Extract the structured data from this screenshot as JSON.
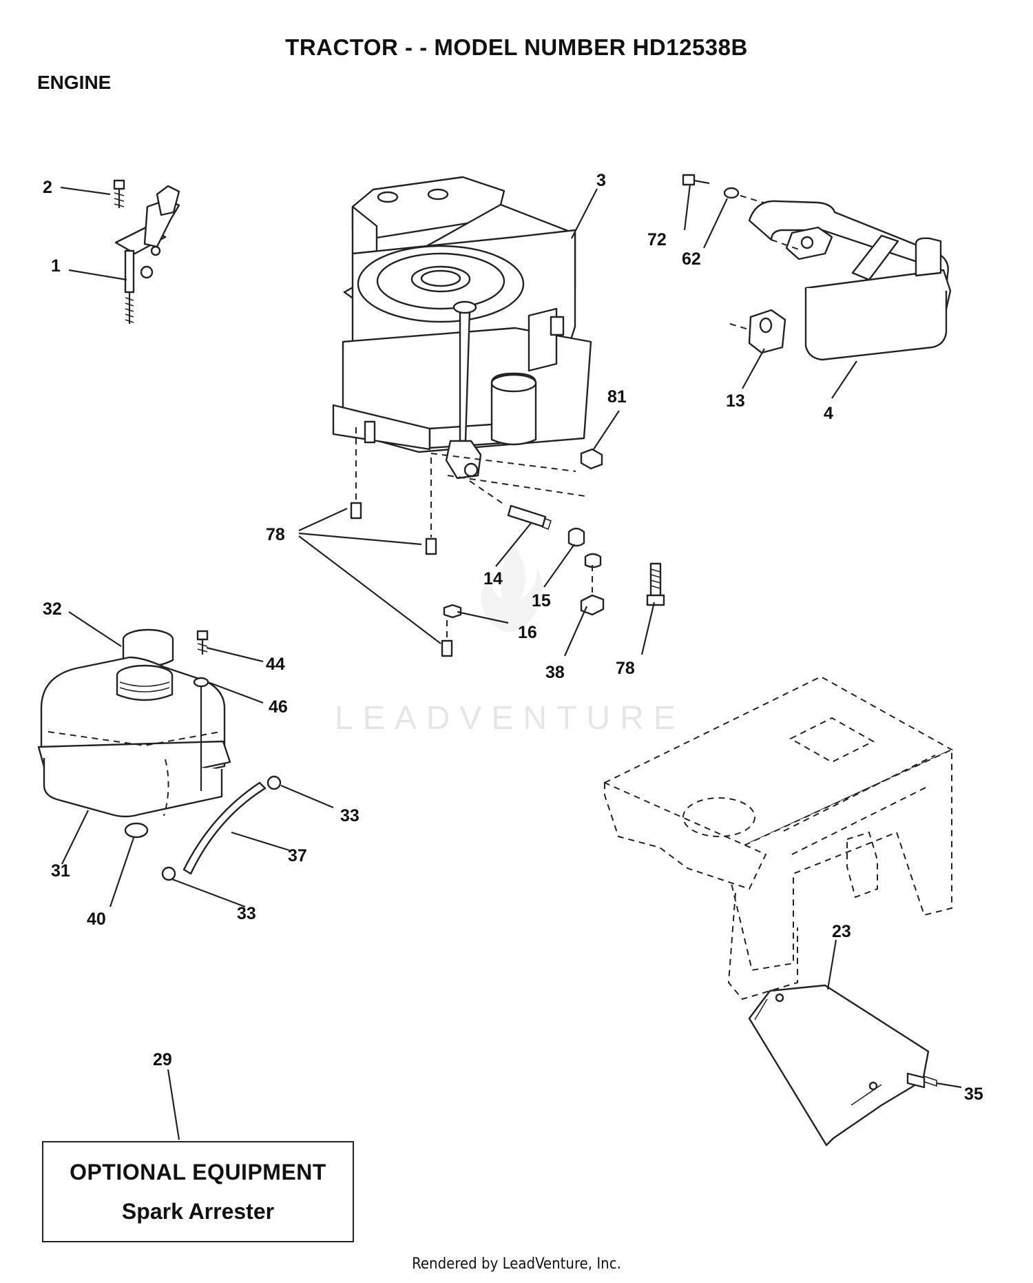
{
  "header": {
    "title": "TRACTOR - - MODEL NUMBER HD12538B",
    "section": "ENGINE"
  },
  "watermark": "LEADVENTURE",
  "callouts": {
    "c1": "1",
    "c2": "2",
    "c3": "3",
    "c4": "4",
    "c13": "13",
    "c14": "14",
    "c15": "15",
    "c16": "16",
    "c23": "23",
    "c29": "29",
    "c31": "31",
    "c32": "32",
    "c33a": "33",
    "c33b": "33",
    "c35": "35",
    "c37": "37",
    "c38": "38",
    "c40": "40",
    "c44": "44",
    "c46": "46",
    "c62": "62",
    "c72": "72",
    "c78a": "78",
    "c78b": "78",
    "c81": "81"
  },
  "optional_box": {
    "heading": "OPTIONAL EQUIPMENT",
    "item": "Spark Arrester"
  },
  "footer": "Rendered by LeadVenture, Inc."
}
